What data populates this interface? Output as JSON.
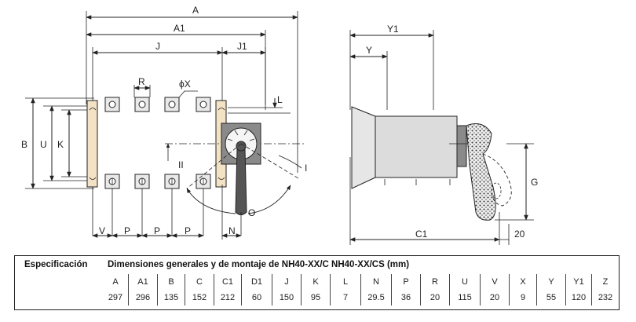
{
  "drawing": {
    "dimension_labels": {
      "A": "A",
      "A1": "A1",
      "J": "J",
      "J1": "J1",
      "R": "R",
      "X": "ϕX",
      "B": "B",
      "U": "U",
      "K": "K",
      "L": "L",
      "I": "I",
      "II": "II",
      "O": "O",
      "V": "V",
      "P": "P",
      "N": "N",
      "Y1": "Y1",
      "Y": "Y",
      "G": "G",
      "C1": "C1",
      "20": "20"
    }
  },
  "spec": {
    "title": "Especificación",
    "subtitle": "Dimensiones generales y de montaje de NH40-XX/C  NH40-XX/CS (mm)",
    "headers": [
      "A",
      "A1",
      "B",
      "C",
      "C1",
      "D1",
      "J",
      "K",
      "L",
      "N",
      "P",
      "R",
      "U",
      "V",
      "X",
      "Y",
      "Y1",
      "Z"
    ],
    "values": [
      "297",
      "296",
      "135",
      "152",
      "212",
      "60",
      "150",
      "95",
      "7",
      "29.5",
      "36",
      "20",
      "115",
      "20",
      "9",
      "55",
      "120",
      "232"
    ]
  },
  "colors": {
    "plate": "#f3e3c4",
    "body": "#dcdcdc",
    "handle": "#555555"
  }
}
